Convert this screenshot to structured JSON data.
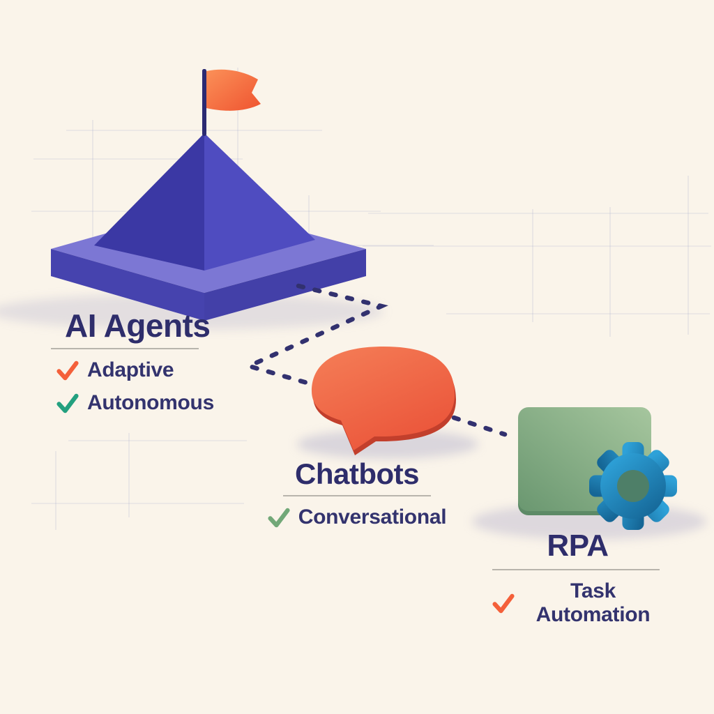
{
  "sections": [
    {
      "title": "AI Agents",
      "features": [
        {
          "label": "Adaptive",
          "check_color": "#f4603a"
        },
        {
          "label": "Autonomous",
          "check_color": "#23a07f"
        }
      ]
    },
    {
      "title": "Chatbots",
      "features": [
        {
          "label": "Conversational",
          "check_color": "#72a878"
        }
      ]
    },
    {
      "title": "RPA",
      "features": [
        {
          "label": "Task Automation",
          "check_color": "#f4603a"
        }
      ]
    }
  ],
  "icons": {
    "pyramid": "mountain-pyramid-icon",
    "flag": "flag-icon",
    "speech_bubble": "speech-bubble-icon",
    "gear": "gear-icon",
    "checkmark": "check-icon"
  },
  "colors": {
    "background": "#faf4ea",
    "heading_text": "#2e2d6b",
    "feature_text": "#33336e",
    "underline": "#b8b4ac",
    "grid_line": "#9aa0c8",
    "dots": "#32316f",
    "pyramid_left": "#3b38a4",
    "pyramid_right": "#4f4cc0",
    "platform_top": "#7c77d4",
    "platform_left": "#4643ae",
    "platform_right": "#4340a8",
    "flag_pole": "#2b2a72",
    "flag_gradient_start": "#fb9058",
    "flag_gradient_end": "#ef5430",
    "bubble_gradient_start": "#f47b55",
    "bubble_gradient_end": "#ea5238",
    "bubble_edge": "#c23f2c",
    "square_gradient_start": "#a6c69e",
    "square_gradient_end": "#6a9770",
    "square_edge": "#5d8a66",
    "gear_gradient_start": "#2ea1d8",
    "gear_gradient_end": "#156696",
    "gear_hole": "#4e7f68",
    "shadow": "#aeabc9"
  }
}
